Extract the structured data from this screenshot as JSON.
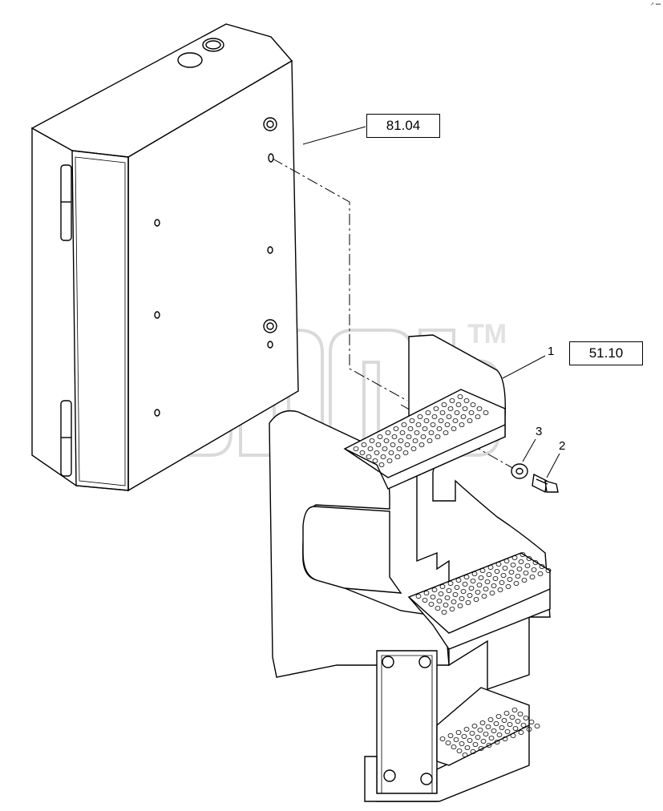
{
  "references": {
    "box_ref": "81.04",
    "step_ref": "51.10"
  },
  "callouts": {
    "step": "1",
    "bolt": "2",
    "washer": "3"
  },
  "watermark": {
    "trademark": "TM"
  },
  "corner_mark": "↗ ▪▪▪"
}
